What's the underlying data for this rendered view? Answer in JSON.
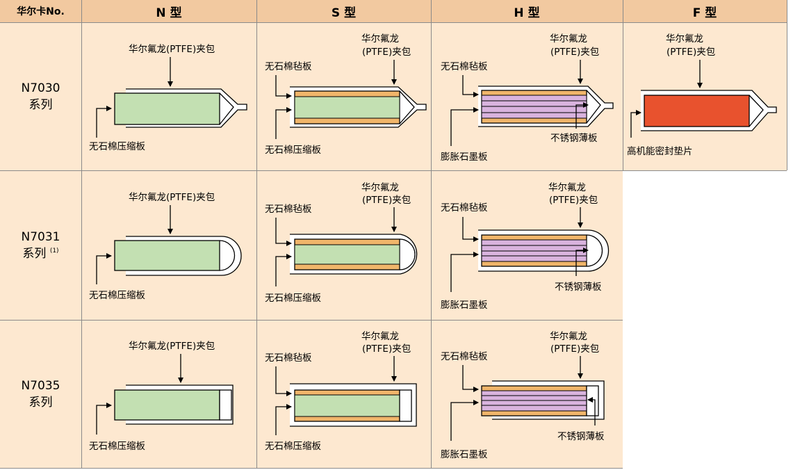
{
  "header": {
    "col0": "华尔卡No.",
    "col1": "N 型",
    "col2": "S 型",
    "col3": "H 型",
    "col4": "F 型"
  },
  "rows": [
    {
      "name": "N7030",
      "sub": "系列",
      "note": ""
    },
    {
      "name": "N7031",
      "sub": "系列",
      "note": "(1)"
    },
    {
      "name": "N7035",
      "sub": "系列",
      "note": ""
    }
  ],
  "labels": {
    "ptfe": "华尔氟龙(PTFE)夹包",
    "ptfe_line1": "华尔氟龙",
    "ptfe_line2": "(PTFE)夹包",
    "compressed": "无石棉压缩板",
    "felt": "无石棉毡板",
    "graphite": "膨胀石墨板",
    "steel": "不锈钢薄板",
    "hp_sheet": "高机能密封垫片"
  },
  "colors": {
    "header_bg": "#f2c9a0",
    "cell_bg": "#fde8d0",
    "green_core": "#c3e0b2",
    "orange_layer": "#f0b56a",
    "purple_layer": "#d9b3de",
    "red_core": "#e8522e"
  }
}
